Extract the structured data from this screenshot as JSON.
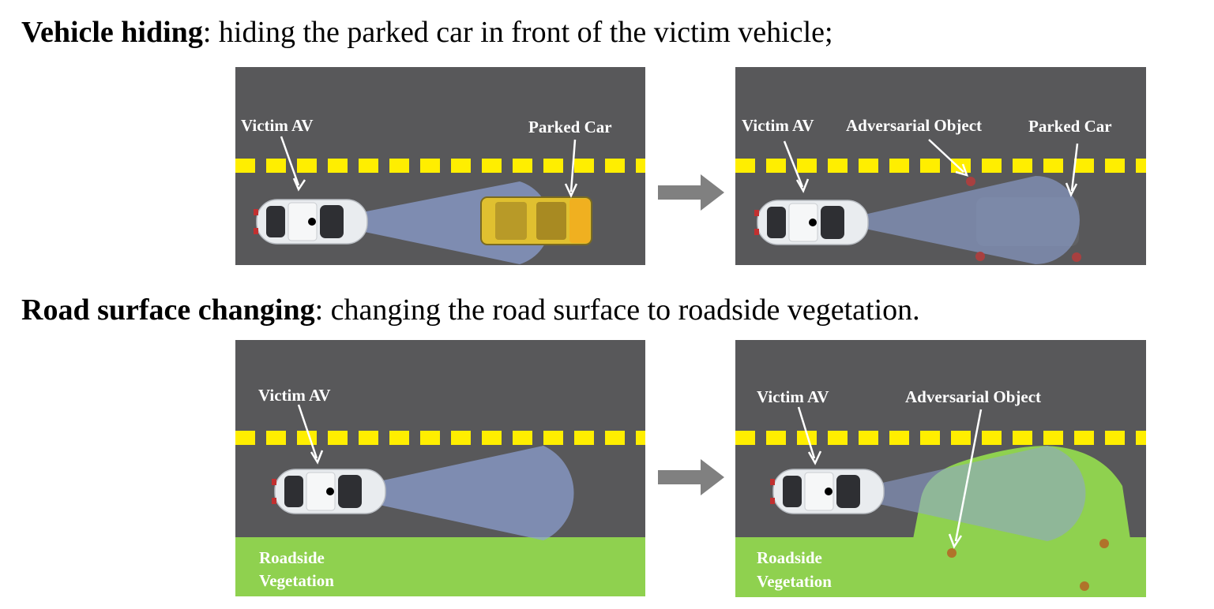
{
  "sections": [
    {
      "title_bold": "Vehicle hiding",
      "title_rest": ": hiding the parked car in front of the victim vehicle;",
      "before": {
        "victim_label": "Victim AV",
        "parked_label": "Parked Car"
      },
      "after": {
        "victim_label": "Victim AV",
        "adversarial_label": "Adversarial Object",
        "parked_label": "Parked Car"
      }
    },
    {
      "title_bold": "Road surface changing",
      "title_rest": ": changing the road surface to roadside vegetation.",
      "before": {
        "victim_label": "Victim AV",
        "vegetation_line1": "Roadside",
        "vegetation_line2": "Vegetation"
      },
      "after": {
        "victim_label": "Victim AV",
        "adversarial_label": "Adversarial Object",
        "vegetation_line1": "Roadside",
        "vegetation_line2": "Vegetation"
      }
    }
  ],
  "colors": {
    "road": "#58585a",
    "lane_marking": "#ffee00",
    "sensor_beam": "#8fa3d6",
    "vegetation": "#8fd14f",
    "parked_car": "#e0c030",
    "transition_arrow": "#808080"
  }
}
